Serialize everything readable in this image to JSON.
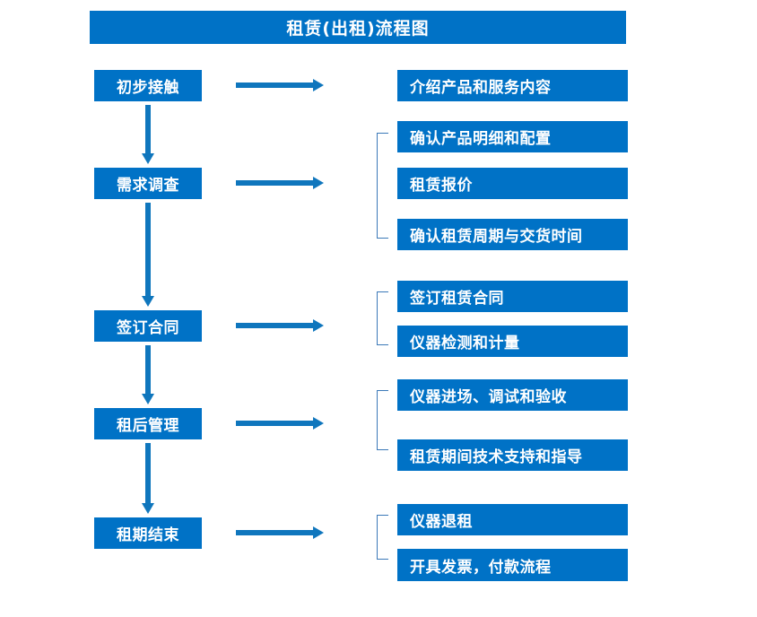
{
  "diagram": {
    "title": "租赁(出租)流程图",
    "accent_color": "#0072C6",
    "arrow_color": "#0F76BD",
    "bracket_color": "#3B79B8",
    "text_color": "#FFFFFF"
  },
  "stages": [
    {
      "label": "初步接触"
    },
    {
      "label": "需求调查"
    },
    {
      "label": "签订合同"
    },
    {
      "label": "租后管理"
    },
    {
      "label": "租期结束"
    }
  ],
  "details": {
    "group1": [
      {
        "label": "介绍产品和服务内容"
      }
    ],
    "group2": [
      {
        "label": "确认产品明细和配置"
      },
      {
        "label": "租赁报价"
      },
      {
        "label": "确认租赁周期与交货时间"
      }
    ],
    "group3": [
      {
        "label": "签订租赁合同"
      },
      {
        "label": "仪器检测和计量"
      }
    ],
    "group4": [
      {
        "label": "仪器进场、调试和验收"
      },
      {
        "label": "租赁期间技术支持和指导"
      }
    ],
    "group5": [
      {
        "label": "仪器退租"
      },
      {
        "label": "开具发票，付款流程"
      }
    ]
  }
}
